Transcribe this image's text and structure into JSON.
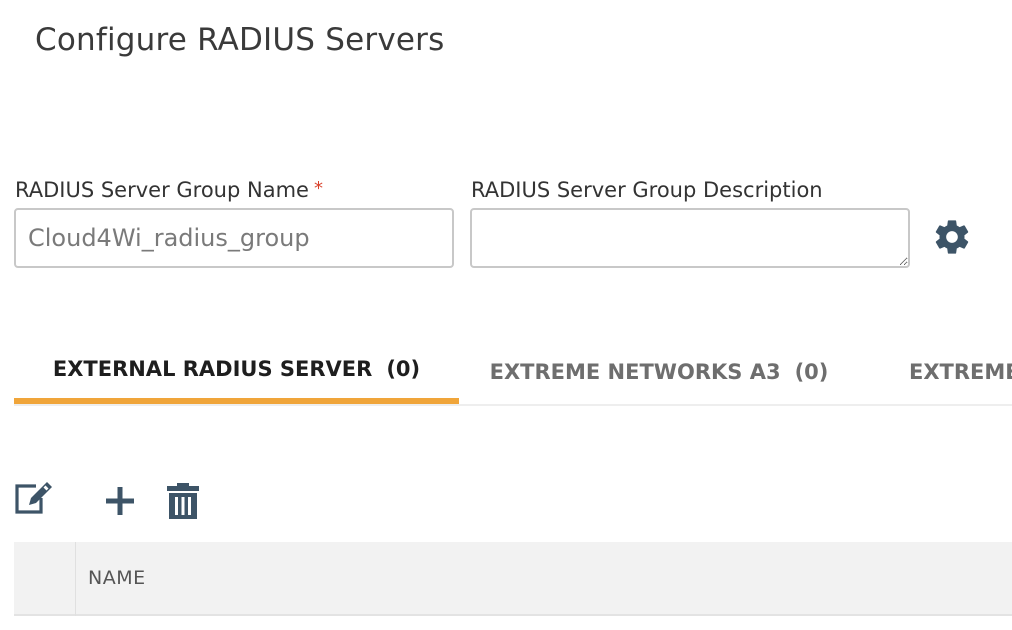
{
  "page": {
    "title": "Configure RADIUS Servers"
  },
  "form": {
    "group_name_label": "RADIUS Server Group Name",
    "required_mark": "*",
    "group_name_value": "Cloud4Wi_radius_group",
    "group_description_label": "RADIUS Server Group Description",
    "group_description_value": "",
    "settings_icon": "gear-icon"
  },
  "tabs": [
    {
      "label": "EXTERNAL RADIUS SERVER",
      "count": "(0)",
      "active": true
    },
    {
      "label": "EXTREME NETWORKS A3",
      "count": "(0)",
      "active": false
    },
    {
      "label": "EXTREME",
      "count": "",
      "active": false
    }
  ],
  "toolbar": {
    "edit_icon": "edit-icon",
    "add_icon": "plus-icon",
    "delete_icon": "trash-icon"
  },
  "table": {
    "columns": [
      "NAME"
    ]
  },
  "colors": {
    "active_tab_underline": "#f0a53a",
    "required_mark": "#d9412b",
    "icon": "#3d5467"
  }
}
